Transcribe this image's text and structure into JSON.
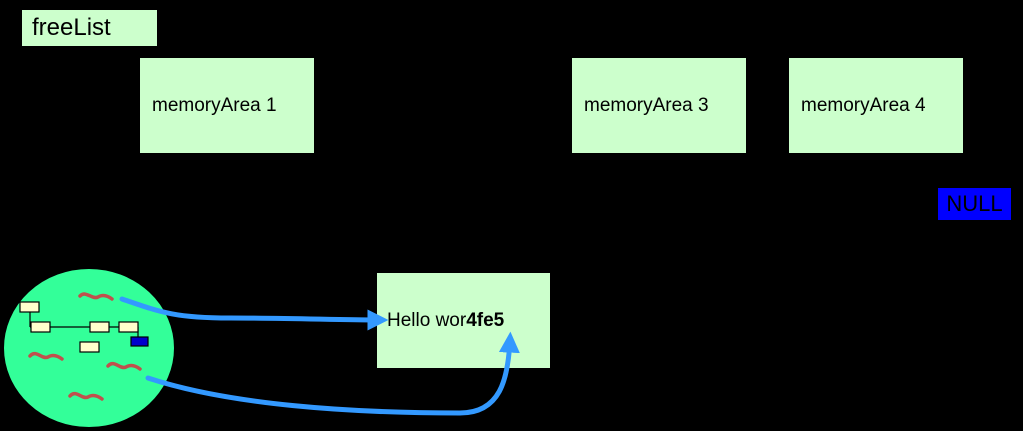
{
  "labels": {
    "free_list": "freeList",
    "memory_area_1": "memoryArea 1",
    "memory_area_3": "memoryArea 3",
    "memory_area_4": "memoryArea 4",
    "null": "NULL"
  },
  "buffer": {
    "text_regular": "Hello wor",
    "text_overwritten": "4fe5"
  },
  "colors": {
    "background": "#000000",
    "box_fill": "#CCFFCC",
    "null_fill": "#0000FF",
    "process_circle": "#33FF99",
    "arrow": "#3399FF",
    "thread_squiggle": "#C0504D"
  },
  "icons": {
    "process": "process-circle-icon",
    "thread": "thread-squiggle-icon",
    "arrow": "pointer-arrow-icon"
  }
}
